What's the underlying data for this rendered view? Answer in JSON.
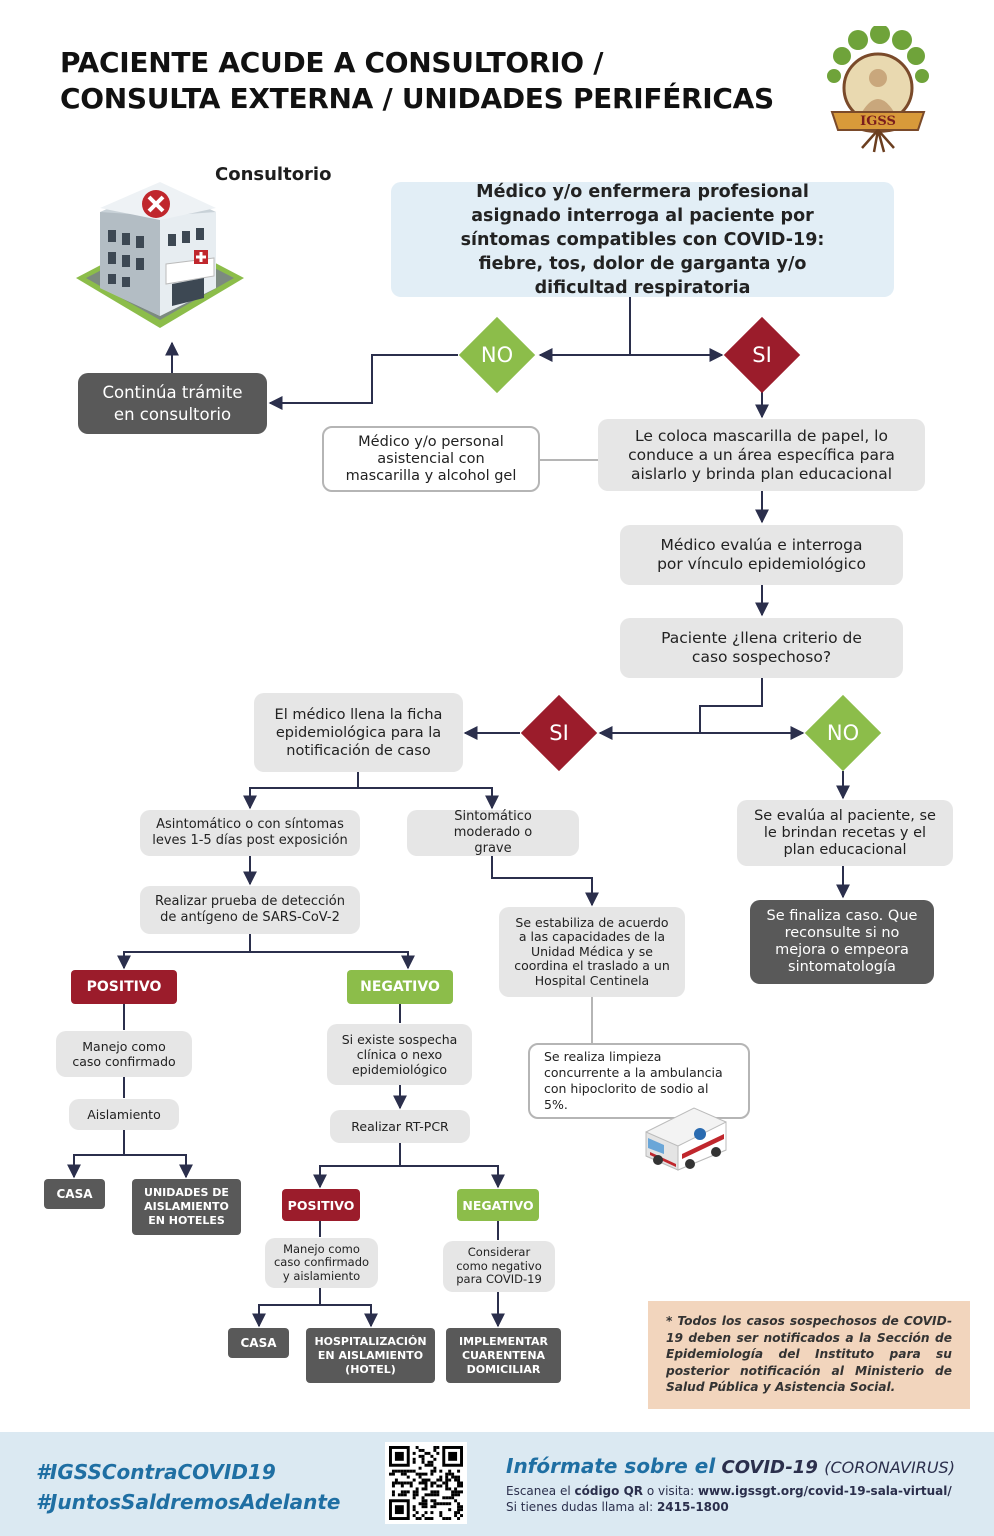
{
  "title": {
    "line1": "PACIENTE ACUDE A CONSULTORIO /",
    "line2": "CONSULTA EXTERNA / UNIDADES PERIFÉRICAS"
  },
  "logo": {
    "text": "IGSS"
  },
  "consultorio_label": "Consultorio",
  "nodes": {
    "start": "Médico y/o enfermera profesional asignado interroga al paciente por síntomas compatibles con COVID-19: fiebre, tos, dolor de garganta y/o dificultad respiratoria",
    "no1": "NO",
    "si1": "SI",
    "continua": "Continúa trámite en consultorio",
    "personal": "Médico y/o personal asistencial con mascarilla y alcohol gel",
    "mascarilla": "Le coloca mascarilla de papel, lo conduce a un área específica para aislarlo y brinda plan educacional",
    "evalua": "Médico evalúa e interroga por vínculo epidemiológico",
    "criterio": "Paciente ¿llena criterio de caso sospechoso?",
    "si2": "SI",
    "no2": "NO",
    "ficha": "El médico llena la ficha epidemiológica para la notificación de caso",
    "se_evalua": "Se evalúa al paciente, se le brindan recetas y el plan educacional",
    "finaliza": "Se finaliza caso. Que reconsulte si no mejora o empeora sintomatología",
    "asintomatico": "Asintomático o con síntomas leves 1-5 días post exposición",
    "sintomatico": "Sintomático moderado o grave",
    "prueba": "Realizar prueba de detección de antígeno de SARS-CoV-2",
    "estabiliza": "Se estabiliza de acuerdo a las capacidades de la Unidad Médica y se coordina el traslado a un Hospital Centinela",
    "limpieza": "Se realiza limpieza concurrente a la ambulancia con hipoclorito de sodio al 5%.",
    "positivo1": "POSITIVO",
    "negativo1": "NEGATIVO",
    "manejo1": "Manejo como caso confirmado",
    "aislamiento": "Aislamiento",
    "casa1": "CASA",
    "hoteles": "UNIDADES DE AISLAMIENTO EN HOTELES",
    "sospecha": "Si existe sospecha clínica o nexo epidemiológico",
    "rtpcr": "Realizar RT-PCR",
    "positivo2": "POSITIVO",
    "negativo2": "NEGATIVO",
    "manejo2": "Manejo como caso confirmado y aislamiento",
    "considerar": "Considerar como negativo para COVID-19",
    "casa2": "CASA",
    "hospitalizacion": "HOSPITALIZACIÓN EN AISLAMIENTO (HOTEL)",
    "cuarentena": "IMPLEMENTAR CUARENTENA DOMICILIAR"
  },
  "note": "* Todos los casos sospechosos de COVID-19 deben ser notificados a la Sección de Epidemiología del Instituto para su posterior notificación al Ministerio de Salud Pública y Asistencia Social.",
  "footer": {
    "hashtag1": "#IGSSContraCOVID19",
    "hashtag2": "#JuntosSaldremosAdelante",
    "info_prefix": "Infórmate sobre el",
    "info_covid": "COVID-19",
    "info_corona": "(CORONAVIRUS)",
    "scan_prefix": "Escanea el",
    "scan_qr": "código QR",
    "scan_mid": "o visita:",
    "scan_url": "www.igssgt.org/covid-19-sala-virtual/",
    "phone_prefix": "Si tienes dudas llama al:",
    "phone": "2415-1800"
  },
  "colors": {
    "red": "#9b1c2b",
    "green": "#8cbd4a",
    "dark_gray": "#595959",
    "light_gray": "#e6e6e6",
    "light_blue": "#e2eef6",
    "navy_line": "#2b2f4c",
    "note_bg": "#f2d5bd",
    "footer_bg": "#dbe9f2"
  },
  "icons": [
    "hospital-building-icon",
    "igss-logo",
    "ambulance-icon",
    "qr-code"
  ]
}
